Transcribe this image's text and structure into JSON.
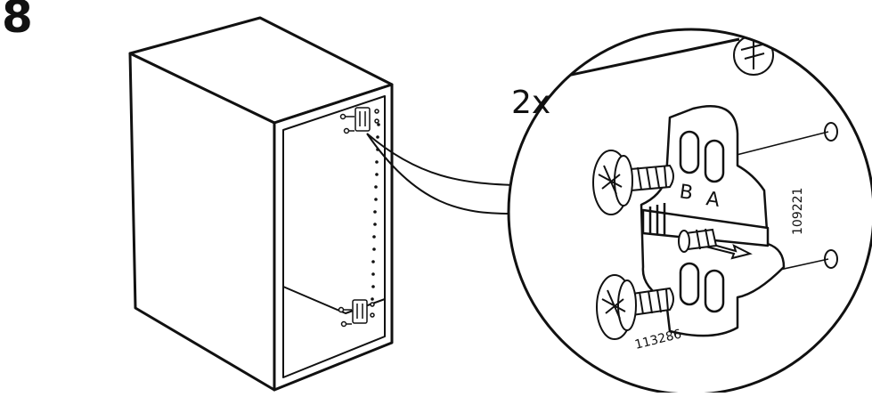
{
  "step": {
    "number": "8"
  },
  "detail": {
    "quantity": "2x",
    "plate_label_b": "B",
    "plate_label_a": "A",
    "plate_part_number": "109221",
    "screw_part_number": "113286"
  }
}
